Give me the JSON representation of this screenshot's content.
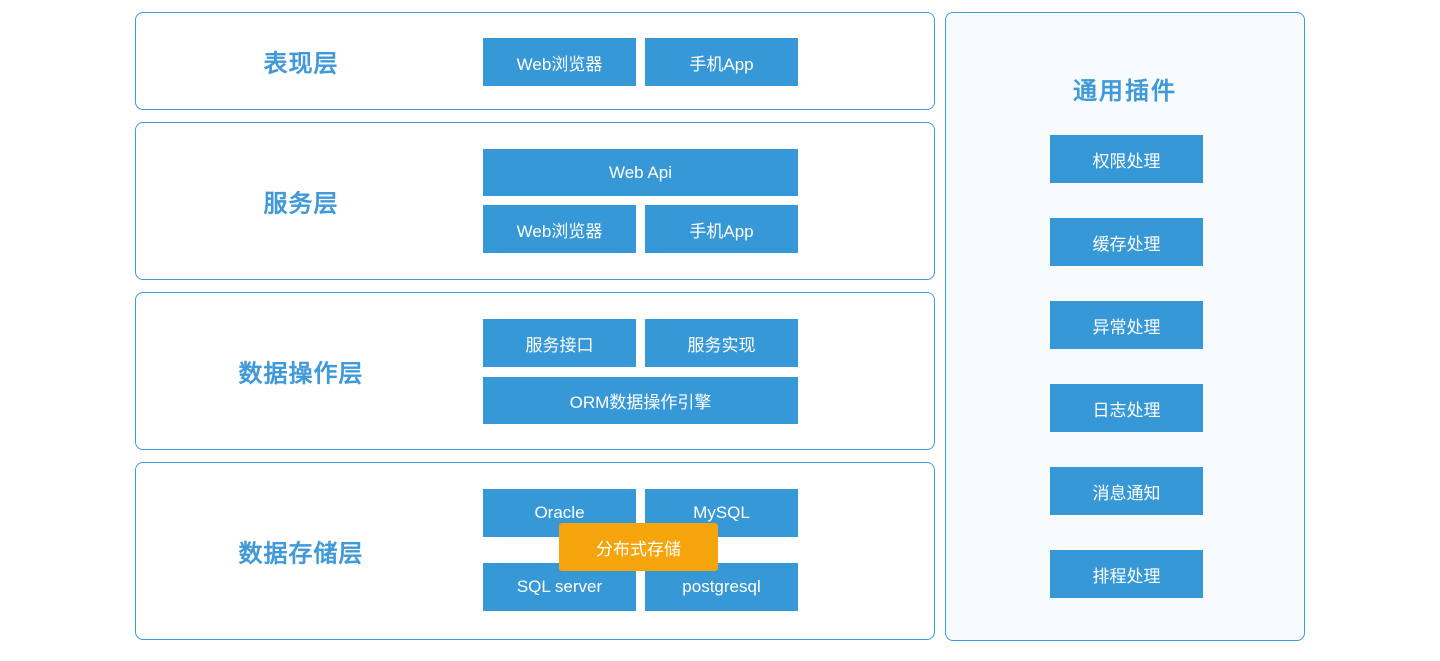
{
  "diagram": {
    "layers": [
      {
        "title": "表现层",
        "buttons": [
          {
            "label": "Web浏览器"
          },
          {
            "label": "手机App"
          }
        ]
      },
      {
        "title": "服务层",
        "buttons": [
          {
            "label": "Web Api"
          },
          {
            "label": "Web浏览器"
          },
          {
            "label": "手机App"
          }
        ]
      },
      {
        "title": "数据操作层",
        "buttons": [
          {
            "label": "服务接口"
          },
          {
            "label": "服务实现"
          },
          {
            "label": "ORM数据操作引擎"
          }
        ]
      },
      {
        "title": "数据存储层",
        "buttons": [
          {
            "label": "Oracle"
          },
          {
            "label": "MySQL"
          },
          {
            "label": "SQL server"
          },
          {
            "label": "postgresql"
          }
        ],
        "overlay": {
          "label": "分布式存储"
        }
      }
    ],
    "plugins_panel": {
      "title": "通用插件",
      "items": [
        "权限处理",
        "缓存处理",
        "异常处理",
        "日志处理",
        "消息通知",
        "排程处理"
      ]
    },
    "colors": {
      "node_blue": "#3798d8",
      "border_blue": "#3d9cdb",
      "label_blue": "#4099d8",
      "accent_orange": "#f5a40c",
      "panel_bg": "#f7fbfe"
    }
  }
}
